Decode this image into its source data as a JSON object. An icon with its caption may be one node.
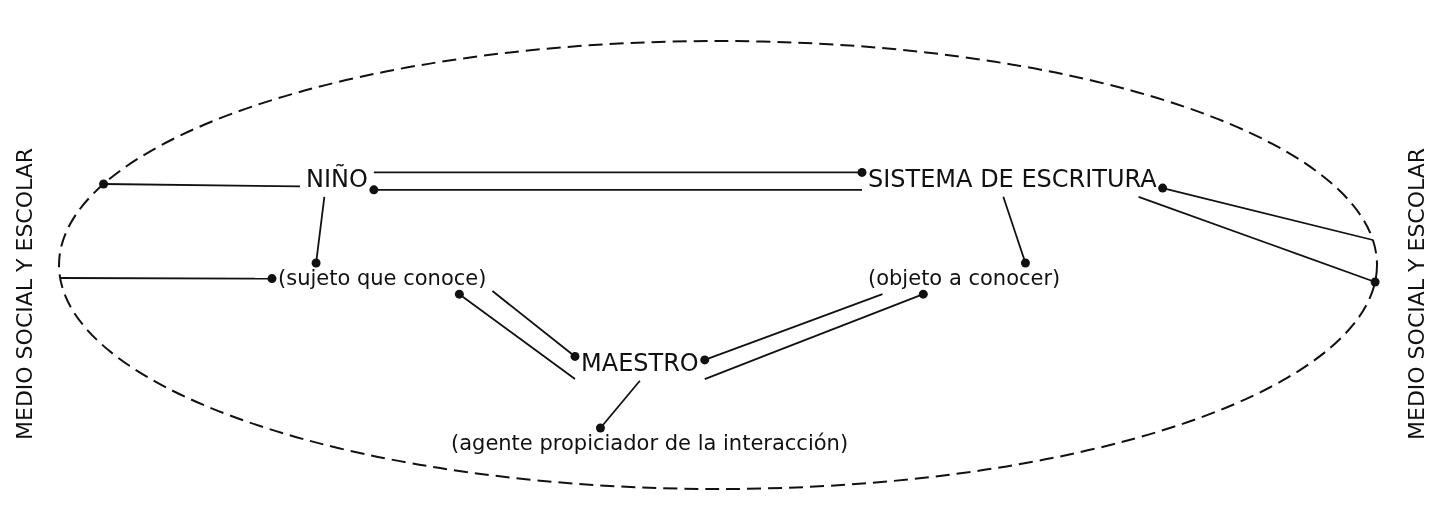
{
  "diagram": {
    "nodes": [
      {
        "text": [],
        "shape": "ellipse"
      },
      {
        "text": [
          "NIÑO"
        ],
        "in": 0
      },
      {
        "text": [
          "(sujeto que conoce)"
        ],
        "in": 0
      },
      {
        "text": [
          "SISTEMA DE ESCRITURA"
        ],
        "in": 0
      },
      {
        "text": [
          "(objeto a conocer)"
        ],
        "in": 0
      },
      {
        "text": [
          "MAESTRO"
        ],
        "in": 0
      },
      {
        "text": [
          "(agente propiciador de la interacción)"
        ],
        "in": 0
      }
    ],
    "edges": [
      {
        "from": 1,
        "to": 2,
        "arrow": "other"
      },
      {
        "from": 3,
        "to": 4,
        "arrow": "other"
      },
      {
        "from": 5,
        "to": 6,
        "arrow": "other"
      },
      {
        "from": 1,
        "to": 3,
        "arrow": "other"
      },
      {
        "from": 3,
        "to": 1,
        "arrow": "other"
      },
      {
        "from": 5,
        "to": 2,
        "arrow": "other"
      },
      {
        "from": 2,
        "to": 5,
        "arrow": "other"
      },
      {
        "from": 4,
        "to": 5,
        "arrow": "other"
      },
      {
        "from": 5,
        "to": 4,
        "arrow": "other"
      },
      {
        "from": 1,
        "to": 0,
        "arrow": "other"
      },
      {
        "from": 0,
        "to": 2,
        "arrow": "other"
      },
      {
        "from": 3,
        "to": 0,
        "arrow": "other"
      },
      {
        "from": 0,
        "to": 3,
        "arrow": "other"
      }
    ],
    "labels": [
      "MEDIO SOCIAL Y ESCOLAR",
      "MEDIO SOCIAL Y ESCOLAR"
    ]
  }
}
